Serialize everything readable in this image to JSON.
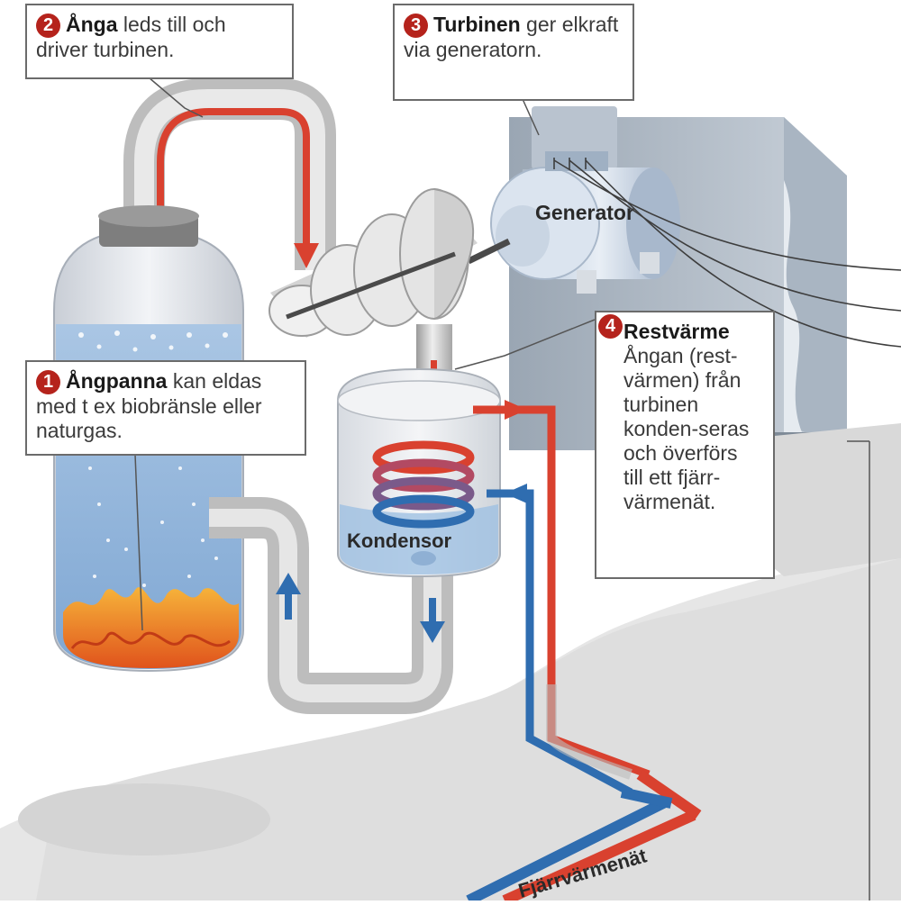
{
  "callouts": {
    "c1": {
      "number": "1",
      "title": "Ångpanna",
      "text": " kan eldas med t ex biobränsle eller naturgas."
    },
    "c2": {
      "number": "2",
      "title": "Ånga",
      "text": " leds till och driver turbinen."
    },
    "c3": {
      "number": "3",
      "title": "Turbinen",
      "text": " ger elkraft via generatorn."
    },
    "c4": {
      "number": "4",
      "title": "Restvärme",
      "text": "Ångan (rest-värmen) från turbinen konden-seras och överförs till ett fjärr-värmenät."
    }
  },
  "labels": {
    "generator": "Generator",
    "condenser": "Kondensor",
    "district_heating": "Fjärrvärmenät"
  },
  "colors": {
    "steam_red": "#d9412f",
    "water_blue": "#2f6db0",
    "pipe_grey": "#c9c9c9",
    "badge_red": "#b5231c"
  }
}
